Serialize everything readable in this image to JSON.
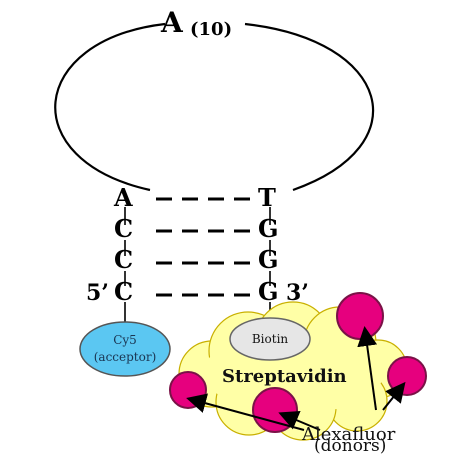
{
  "loop": {
    "label_main": "A",
    "label_sub": "(10)"
  },
  "stem": {
    "left_bases": [
      "A",
      "C",
      "C",
      "C"
    ],
    "right_bases": [
      "T",
      "G",
      "G",
      "G"
    ],
    "end_5p": "5’",
    "end_3p": "3’"
  },
  "labels": {
    "cy5": "Cy5",
    "cy5_role": "(acceptor)",
    "biotin": "Biotin",
    "streptavidin": "Streptavidin",
    "alexafluor": "Alexafluor",
    "alexafluor_role": "(donors)"
  },
  "colors": {
    "cy5": "#5bc7f2",
    "biotin": "#e6e6e6",
    "streptavidin": "#ffffa6",
    "donor": "#e6007e",
    "line": "#000000"
  }
}
